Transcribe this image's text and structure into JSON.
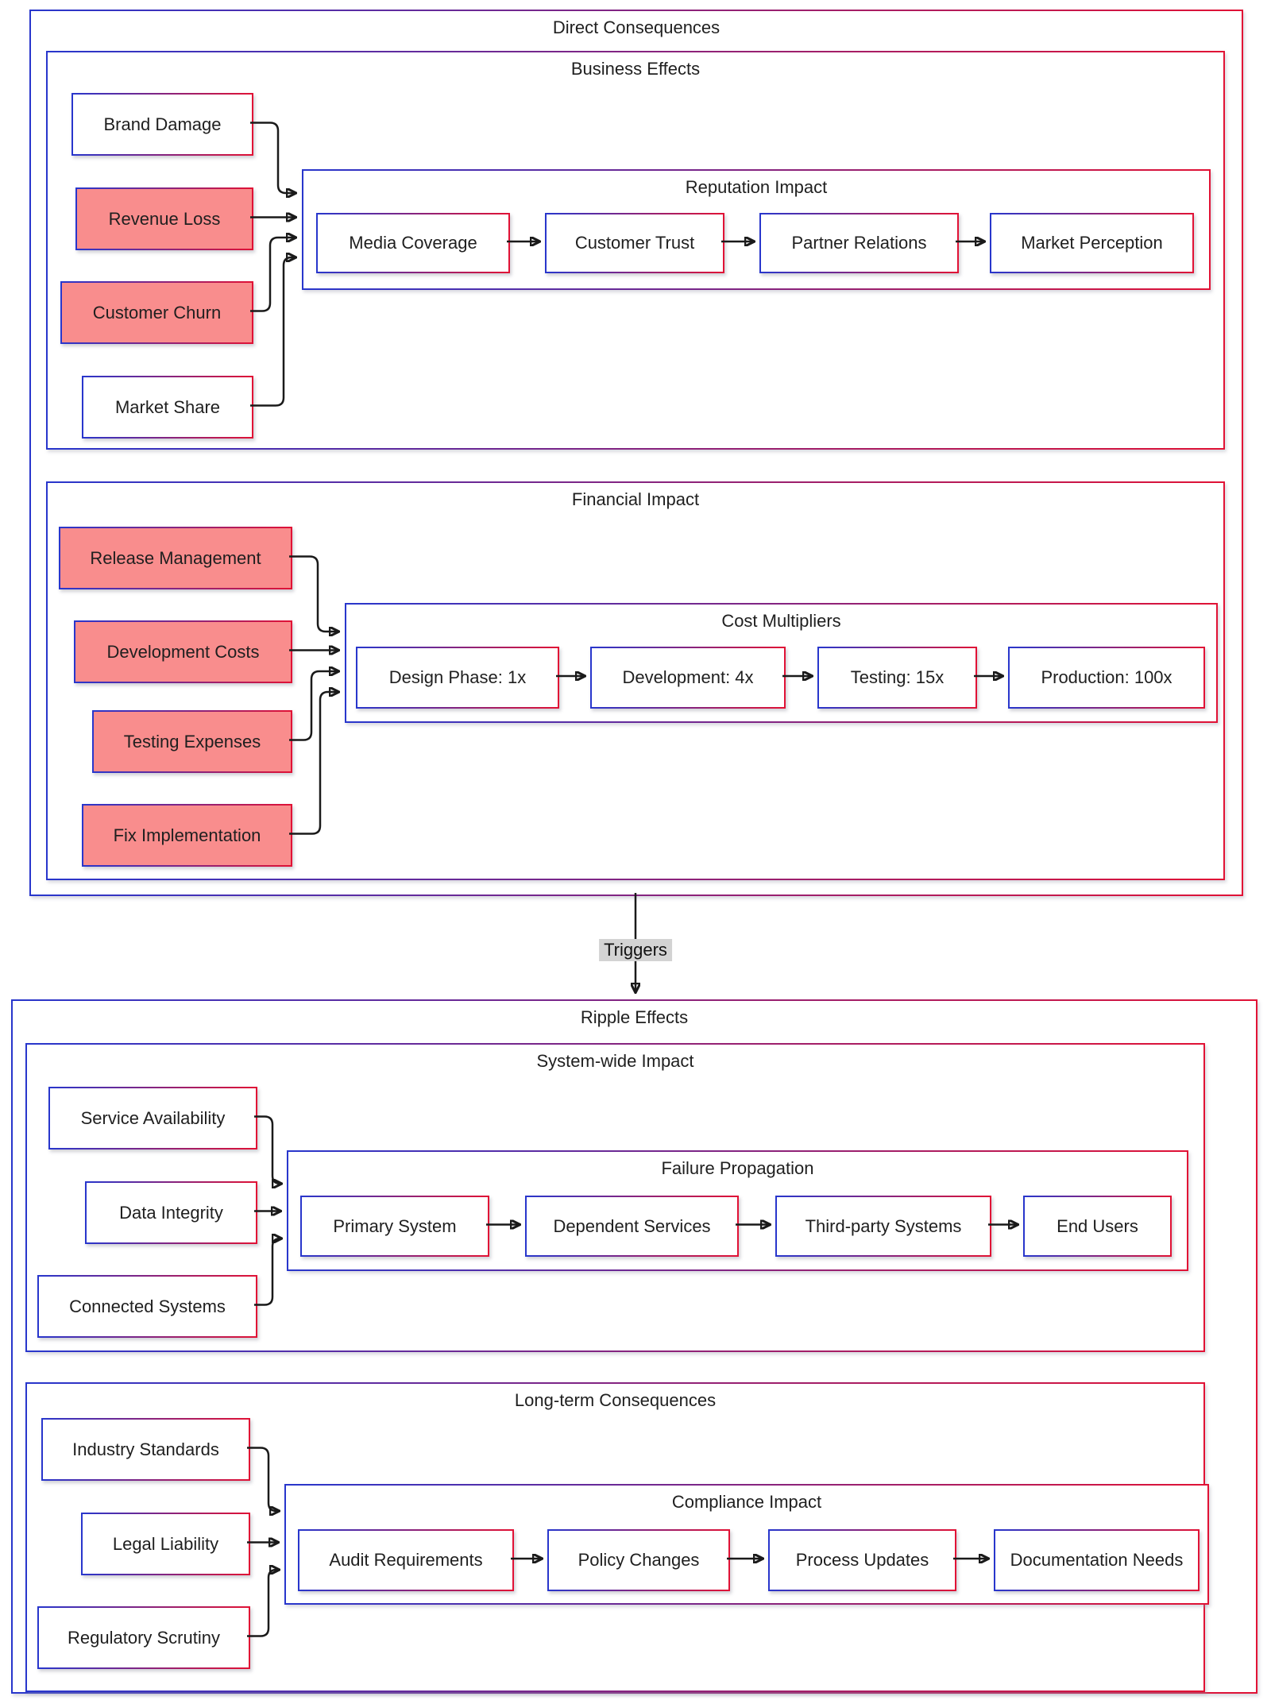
{
  "groups": {
    "direct": {
      "title": "Direct Consequences"
    },
    "ripple": {
      "title": "Ripple Effects"
    }
  },
  "edge_label": "Triggers",
  "business": {
    "title": "Business Effects",
    "sources": [
      {
        "label": "Brand Damage",
        "highlight": false
      },
      {
        "label": "Revenue Loss",
        "highlight": true
      },
      {
        "label": "Customer Churn",
        "highlight": true
      },
      {
        "label": "Market Share",
        "highlight": false
      }
    ],
    "chain_title": "Reputation Impact",
    "steps": [
      "Media Coverage",
      "Customer Trust",
      "Partner Relations",
      "Market Perception"
    ]
  },
  "financial": {
    "title": "Financial Impact",
    "sources": [
      {
        "label": "Release Management",
        "highlight": true
      },
      {
        "label": "Development Costs",
        "highlight": true
      },
      {
        "label": "Testing Expenses",
        "highlight": true
      },
      {
        "label": "Fix Implementation",
        "highlight": true
      }
    ],
    "chain_title": "Cost Multipliers",
    "steps": [
      "Design Phase: 1x",
      "Development: 4x",
      "Testing: 15x",
      "Production: 100x"
    ]
  },
  "system": {
    "title": "System-wide Impact",
    "sources": [
      {
        "label": "Service Availability",
        "highlight": false
      },
      {
        "label": "Data Integrity",
        "highlight": false
      },
      {
        "label": "Connected Systems",
        "highlight": false
      }
    ],
    "chain_title": "Failure Propagation",
    "steps": [
      "Primary System",
      "Dependent Services",
      "Third-party Systems",
      "End Users"
    ]
  },
  "longterm": {
    "title": "Long-term Consequences",
    "sources": [
      {
        "label": "Industry Standards",
        "highlight": false
      },
      {
        "label": "Legal Liability",
        "highlight": false
      },
      {
        "label": "Regulatory Scrutiny",
        "highlight": false
      }
    ],
    "chain_title": "Compliance Impact",
    "steps": [
      "Audit Requirements",
      "Policy Changes",
      "Process Updates",
      "Documentation Needs"
    ]
  },
  "colors": {
    "accent_blue": "#2836cc",
    "accent_red": "#e11235",
    "highlight_fill": "#f98d8d",
    "edge": "#1a1a1a",
    "edge_label_bg": "#d3d3d3",
    "text": "#1f1f1f"
  }
}
